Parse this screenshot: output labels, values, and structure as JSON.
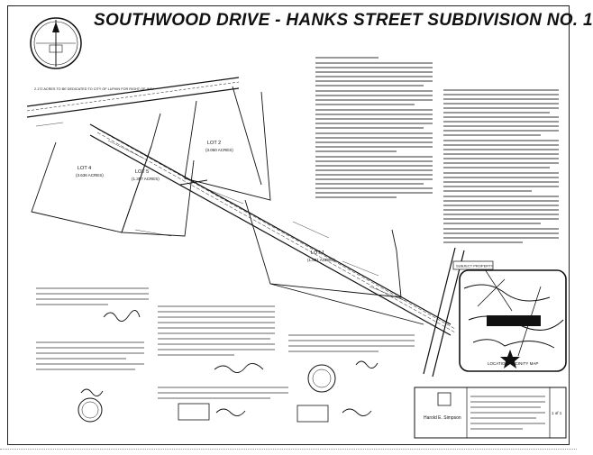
{
  "title": "SOUTHWOOD DRIVE - HANKS STREET SUBDIVISION NO. 1",
  "annotation_top_left": "2.172 ACRES TO BE DEDICATED TO CITY OF LUFKIN FOR RIGHT-OF-WAY",
  "lots": [
    {
      "name": "LOT 4",
      "acres": "(3.636 ACRES)"
    },
    {
      "name": "LOT 5",
      "acres": "(1.357 ACRES)"
    },
    {
      "name": "LOT 2",
      "acres": "(3.050 ACRES)"
    },
    {
      "name": "LOT 1",
      "acres": "(1.881 ACRES)"
    }
  ],
  "location_map": {
    "label": "LOCATION / VICINITY MAP",
    "callout": "SUBJECT PROPERTY"
  },
  "title_block": {
    "firm": "Harold E. Simpson",
    "sheet": "1 of 1"
  }
}
